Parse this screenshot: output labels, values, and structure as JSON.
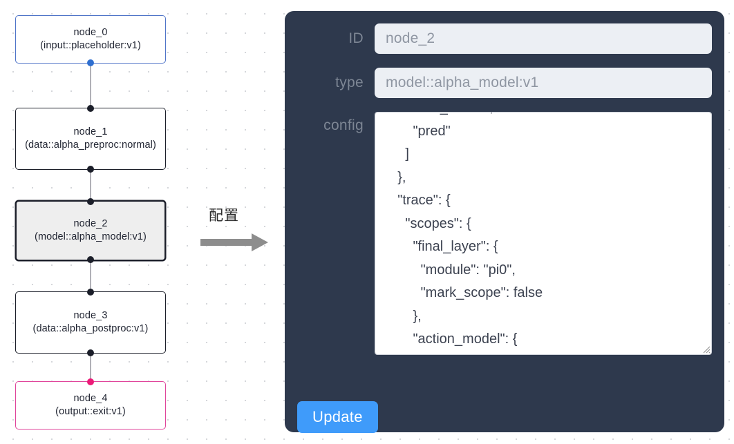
{
  "graph": {
    "nodes": [
      {
        "id": "node_0",
        "title": "node_0",
        "subtitle": "(input::placeholder:v1)",
        "kind": "input",
        "selected": false
      },
      {
        "id": "node_1",
        "title": "node_1",
        "subtitle": "(data::alpha_preproc:normal)",
        "kind": "default",
        "selected": false
      },
      {
        "id": "node_2",
        "title": "node_2",
        "subtitle": "(model::alpha_model:v1)",
        "kind": "default",
        "selected": true
      },
      {
        "id": "node_3",
        "title": "node_3",
        "subtitle": "(data::alpha_postproc:v1)",
        "kind": "default",
        "selected": false
      },
      {
        "id": "node_4",
        "title": "node_4",
        "subtitle": "(output::exit:v1)",
        "kind": "output",
        "selected": false
      }
    ],
    "colors": {
      "input_border": "#4f74c8",
      "output_border": "#e0459b",
      "default_border": "#1b1e29",
      "selected_fill": "#eeeeee",
      "edge": "#b1b1b7",
      "handle_blue": "#2f6fd0",
      "handle_pink": "#ec1b78"
    }
  },
  "transition": {
    "label": "配置",
    "arrow": "arrow-right-icon"
  },
  "panel": {
    "background_color": "#2e394d",
    "fields": {
      "id": {
        "label": "ID",
        "value": "node_2",
        "placeholder": "node id"
      },
      "type": {
        "label": "type",
        "value": "model::alpha_model:v1",
        "placeholder": "node type"
      },
      "config": {
        "label": "config",
        "value": "        \"raw_action\",\n        \"pred\"\n      ]\n    },\n    \"trace\": {\n      \"scopes\": {\n        \"final_layer\": {\n          \"module\": \"pi0\",\n          \"mark_scope\": false\n        },\n        \"action_model\": {",
        "placeholder": "config json"
      }
    },
    "update_button": {
      "label": "Update",
      "color": "#3f9bfa"
    }
  }
}
